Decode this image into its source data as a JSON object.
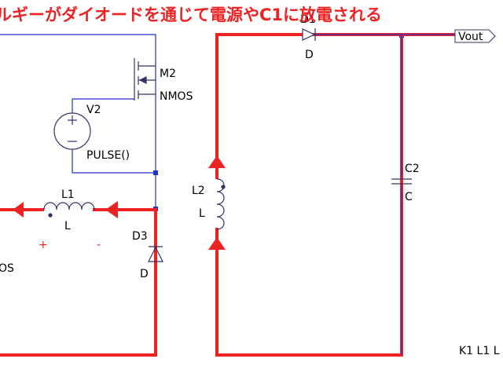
{
  "caption": "ルギーがダイオードを通じて電源やC1に放電される",
  "components": {
    "m2": {
      "name": "M2",
      "value": "NMOS"
    },
    "v2": {
      "name": "V2",
      "value": "PULSE()"
    },
    "l1": {
      "name": "L1",
      "value": "L"
    },
    "l2": {
      "name": "L2",
      "value": "L"
    },
    "d1": {
      "name": "D1",
      "value": "D"
    },
    "d3": {
      "name": "D3",
      "value": "D"
    },
    "c2": {
      "name": "C2",
      "value": "C"
    }
  },
  "labels": {
    "vout": "Vout",
    "plus": "+",
    "minus": "-",
    "nmos_cut": "OS",
    "k_directive": "K1 L1 L"
  },
  "colors": {
    "wire": "#2233cc",
    "current_path": "#ee2222",
    "component": "#333366",
    "caption": "#ee2222"
  }
}
